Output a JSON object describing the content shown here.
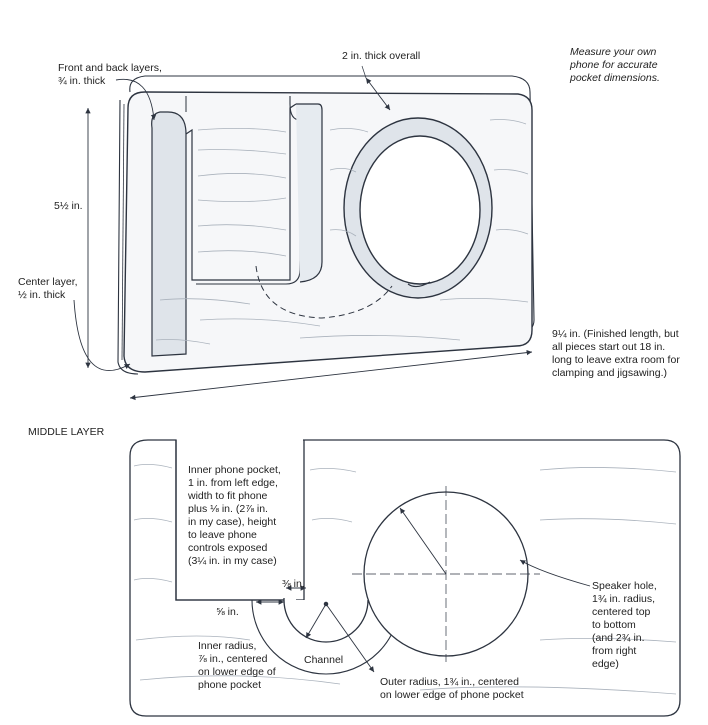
{
  "notes": {
    "measure": "Measure your own\nphone for accurate\npocket dimensions."
  },
  "assembly": {
    "front_back_layers": "Front and back layers,\n¾ in. thick",
    "thickness_overall": "2 in. thick overall",
    "height": "5½ in.",
    "center_layer": "Center layer,\n½ in. thick",
    "length": "9¼ in. (Finished length, but\nall pieces start out 18 in.\nlong to leave extra room for\nclamping and jigsawing.)"
  },
  "middle_layer": {
    "title": "MIDDLE LAYER",
    "inner_pocket": "Inner phone pocket,\n1 in. from left edge,\nwidth to fit phone\nplus ⅛ in. (2⅞ in.\nin my case), height\nto leave phone\ncontrols exposed\n(3¼ in. in my case)",
    "three_eighths": "⅜ in.",
    "five_eighths": "⅝ in.",
    "inner_radius": "Inner radius,\n⅞ in., centered\non lower edge of\nphone pocket",
    "channel": "Channel",
    "outer_radius": "Outer radius, 1¾ in., centered\non lower edge of phone pocket",
    "speaker_hole": "Speaker hole,\n1¾ in. radius,\ncentered top\nto bottom\n(and 2¾ in.\nfrom right\nedge)"
  },
  "colors": {
    "line": "#2d3440",
    "shade": "#d7dde4",
    "grain": "#aab2bc"
  }
}
